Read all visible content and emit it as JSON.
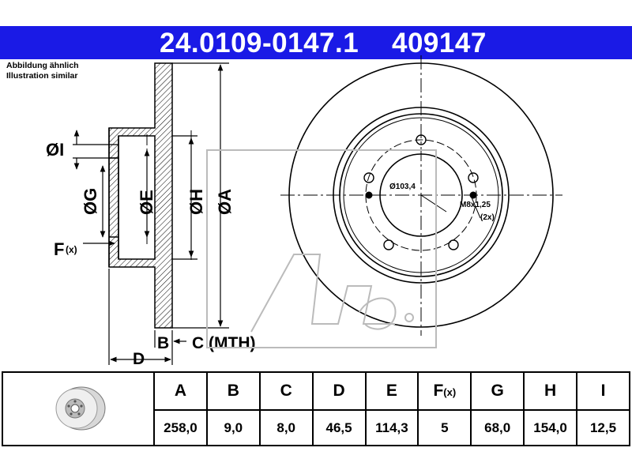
{
  "header": {
    "part_number": "24.0109-0147.1",
    "ref_number": "409147"
  },
  "note": {
    "line1": "Abbildung ähnlich",
    "line2": "Illustration similar"
  },
  "drawing": {
    "label_I": "ØI",
    "label_G": "ØG",
    "label_E": "ØE",
    "label_H": "ØH",
    "label_A": "ØA",
    "label_F": "F",
    "label_F_sub": "(x)",
    "label_B": "B",
    "label_C": "C (MTH)",
    "label_D": "D",
    "bolt_circle": "Ø103,4",
    "thread_line1": "M8x1,25",
    "thread_line2": "(2x)"
  },
  "table": {
    "headers": [
      "A",
      "B",
      "C",
      "D",
      "E",
      "F",
      "G",
      "H",
      "I"
    ],
    "f_header_sub": "(x)",
    "values": [
      "258,0",
      "9,0",
      "8,0",
      "46,5",
      "114,3",
      "5",
      "68,0",
      "154,0",
      "12,5"
    ]
  },
  "colors": {
    "banner": "#1a1ae6",
    "line": "#000000"
  }
}
